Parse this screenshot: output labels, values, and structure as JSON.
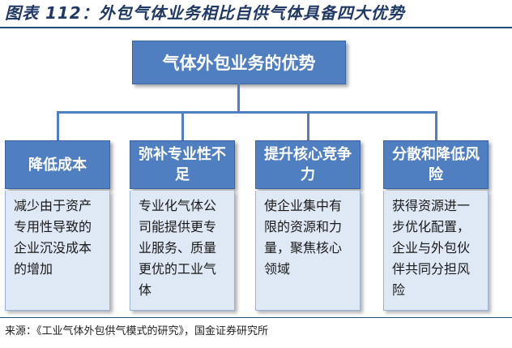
{
  "caption": "图表 112：外包气体业务相比自供气体具备四大优势",
  "root": "气体外包业务的优势",
  "columns": [
    {
      "title": "降低成本",
      "body": "减少由于资产专用性导致的企业沉没成本的增加"
    },
    {
      "title": "弥补专业性不足",
      "body": "专业化气体公司能提供更专业服务、质量更优的工业气体"
    },
    {
      "title": "提升核心竞争力",
      "body": "使企业集中有限的资源和力量，聚焦核心领域"
    },
    {
      "title": "分散和降低风险",
      "body": "获得资源进一步优化配置，企业与外包伙伴共同分担风险"
    }
  ],
  "source": "来源：《工业气体外包供气模式的研究》，国金证券研究所",
  "colors": {
    "box_fill": "#4f7fc0",
    "body_fill": "#dfe8f5",
    "title_color": "#1f3864"
  }
}
